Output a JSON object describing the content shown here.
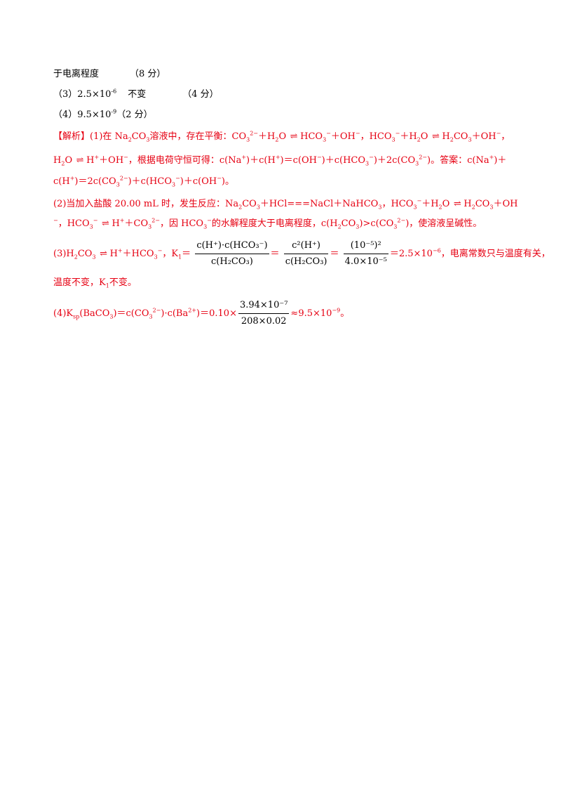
{
  "lines": {
    "l1": {
      "text": "于电离程度",
      "score": "（8 分）"
    },
    "l2": {
      "label": "（3）2.5×10",
      "exp": "-6",
      "mid": "不变",
      "score": "（4 分）"
    },
    "l3": {
      "label": "（4）9.5×10",
      "exp": "-9",
      "score": "（2 分）"
    },
    "analysis": {
      "bracket": "【解析】",
      "p1a": "(1)在 Na",
      "p1b": "CO",
      "p1c": "溶液中，存在平衡：CO",
      "p1d": "＋H",
      "p1e": "O",
      "p1f": "HCO",
      "p1g": "＋OH",
      "p1h": "，HCO",
      "p1i": "＋H",
      "p1j": "O",
      "p1k": "H",
      "p1l": "CO",
      "p1m": "＋OH",
      "p1n": "，",
      "p2a": "H",
      "p2b": "O",
      "p2c": "H",
      "p2d": "＋OH",
      "p2e": "，根据电荷守恒可得：c(Na",
      "p2f": ")＋c(H",
      "p2g": ")＝c(OH",
      "p2h": ")＋c(HCO",
      "p2i": ")＋2c(CO",
      "p2j": ")。答案：c(Na",
      "p2k": ")＋",
      "p3a": "c(H",
      "p3b": ")＝2c(CO",
      "p3c": ")＋c(HCO",
      "p3d": ")＋c(OH",
      "p3e": ")。",
      "p4a": "(2)当加入盐酸 20.00 mL 时，发生反应：Na",
      "p4b": "CO",
      "p4c": "＋HCl===NaCl＋NaHCO",
      "p4d": "，HCO",
      "p4e": "＋H",
      "p4f": "O",
      "p4g": "H",
      "p4h": "CO",
      "p4i": "＋OH",
      "p5a": "，HCO",
      "p5b": "H",
      "p5c": "＋CO",
      "p5d": "，因 HCO",
      "p5e": "的水解程度大于电离程度，c(H",
      "p5f": "CO",
      "p5g": ")>c(CO",
      "p5h": ")，使溶液呈碱性。",
      "p6a": "(3)H",
      "p6b": "CO",
      "p6c": "H",
      "p6d": "＋HCO",
      "p6e": "，K",
      "p6f": "＝",
      "f1num": "c(H⁺)·c(HCO₃⁻)",
      "f1den": "c(H₂CO₃)",
      "f2num": "c²(H⁺)",
      "f2den": "c(H₂CO₃)",
      "f3num": "(10⁻⁵)²",
      "f3den": "4.0×10⁻⁵",
      "p6g": "＝2.5×10",
      "p6h": "，电离常数只与温度有关，",
      "p7": "温度不变，K",
      "p7b": "不变。",
      "p8a": "(4)K",
      "p8b": "(BaCO",
      "p8c": ")＝c(CO",
      "p8d": ")·c(Ba",
      "p8e": ")＝0.10×",
      "f4num": "3.94×10⁻⁷",
      "f4den": "208×0.02",
      "p8f": "≈9.5×10",
      "p8g": "。"
    }
  },
  "colors": {
    "analysis": "#e60012",
    "text": "#000000"
  }
}
